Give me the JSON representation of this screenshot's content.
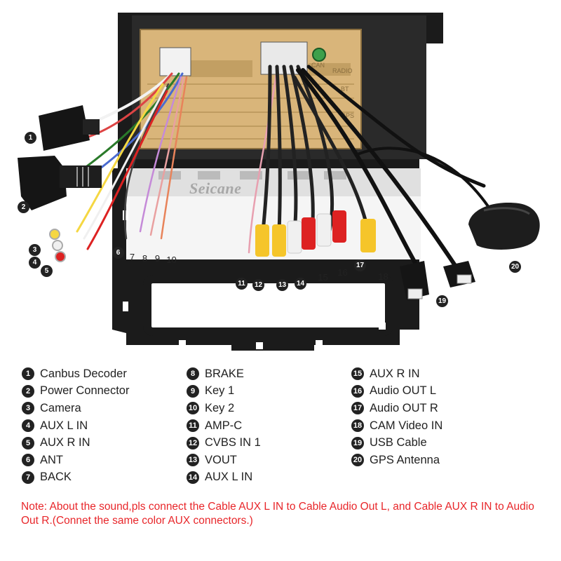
{
  "image": {
    "description_colors": {
      "frame": "#1b1b1b",
      "unit_body": "#d8b57a",
      "note_red": "#e8262a"
    },
    "watermark": "Seicane",
    "chassis_labels": [
      "CAN",
      "RADIO",
      "BT",
      "GPS"
    ]
  },
  "callouts": [
    "1",
    "2",
    "3",
    "4",
    "5",
    "6",
    "7",
    "8",
    "9",
    "10",
    "11",
    "12",
    "13",
    "14",
    "15",
    "16",
    "17",
    "18",
    "19",
    "20"
  ],
  "legend": {
    "col1": [
      {
        "n": "1",
        "label": "Canbus Decoder"
      },
      {
        "n": "2",
        "label": "Power Connector"
      },
      {
        "n": "3",
        "label": "Camera"
      },
      {
        "n": "4",
        "label": "AUX L IN"
      },
      {
        "n": "5",
        "label": "AUX R IN"
      },
      {
        "n": "6",
        "label": "ANT"
      },
      {
        "n": "7",
        "label": "BACK"
      }
    ],
    "col2": [
      {
        "n": "8",
        "label": "BRAKE"
      },
      {
        "n": "9",
        "label": "Key 1"
      },
      {
        "n": "10",
        "label": "Key 2"
      },
      {
        "n": "11",
        "label": "AMP-C"
      },
      {
        "n": "12",
        "label": "CVBS IN 1"
      },
      {
        "n": "13",
        "label": "VOUT"
      },
      {
        "n": "14",
        "label": "AUX L IN"
      }
    ],
    "col3": [
      {
        "n": "15",
        "label": "AUX R IN"
      },
      {
        "n": "16",
        "label": "Audio OUT L"
      },
      {
        "n": "17",
        "label": "Audio OUT R"
      },
      {
        "n": "18",
        "label": "CAM Video IN"
      },
      {
        "n": "19",
        "label": "USB Cable"
      },
      {
        "n": "20",
        "label": "GPS Antenna"
      }
    ]
  },
  "note": "Note: About the sound,pls connect the Cable AUX L IN to Cable Audio Out L, and Cable AUX R IN to  Audio Out R.(Connet the same color AUX connectors.)"
}
